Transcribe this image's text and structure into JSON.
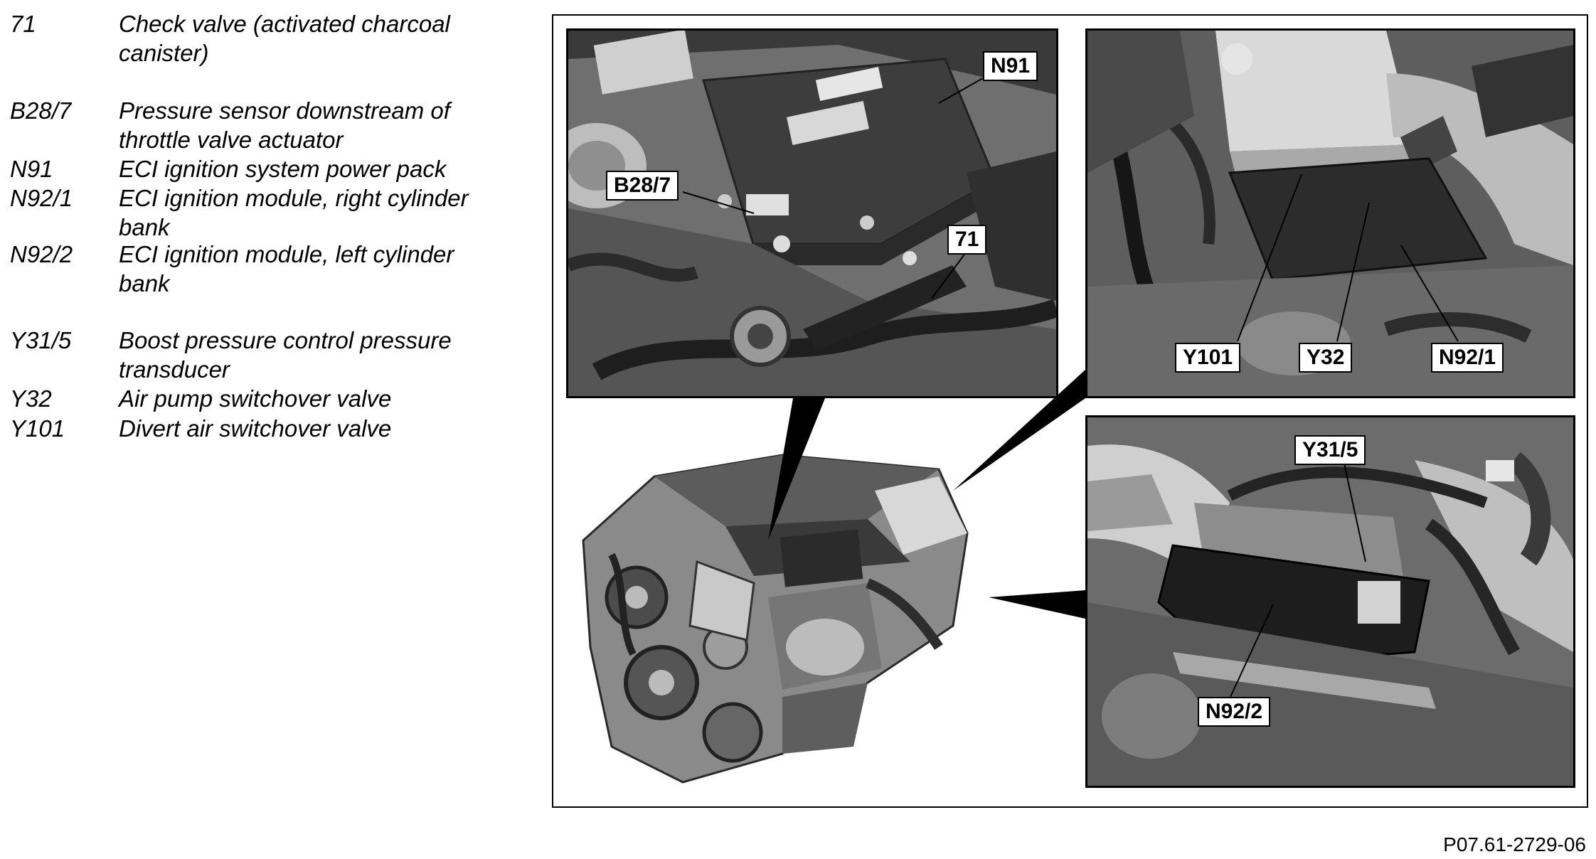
{
  "legend": {
    "items": [
      {
        "code": "71",
        "description": "Check valve (activated charcoal canister)"
      },
      {
        "code": "B28/7",
        "description": "Pressure sensor downstream of throttle valve actuator"
      },
      {
        "code": "N91",
        "description": "ECI ignition system power pack"
      },
      {
        "code": "N92/1",
        "description": "ECI ignition module, right cylinder bank"
      },
      {
        "code": "N92/2",
        "description": "ECI ignition module, left cylinder bank"
      },
      {
        "code": "Y31/5",
        "description": "Boost pressure control pressure transducer"
      },
      {
        "code": "Y32",
        "description": "Air pump switchover valve"
      },
      {
        "code": "Y101",
        "description": "Divert air switchover valve"
      }
    ]
  },
  "callouts": {
    "n91": "N91",
    "b28_7": "B28/7",
    "c71": "71",
    "y101": "Y101",
    "y32": "Y32",
    "n92_1": "N92/1",
    "y31_5": "Y31/5",
    "n92_2": "N92/2"
  },
  "figure_reference": "P07.61-2729-06"
}
